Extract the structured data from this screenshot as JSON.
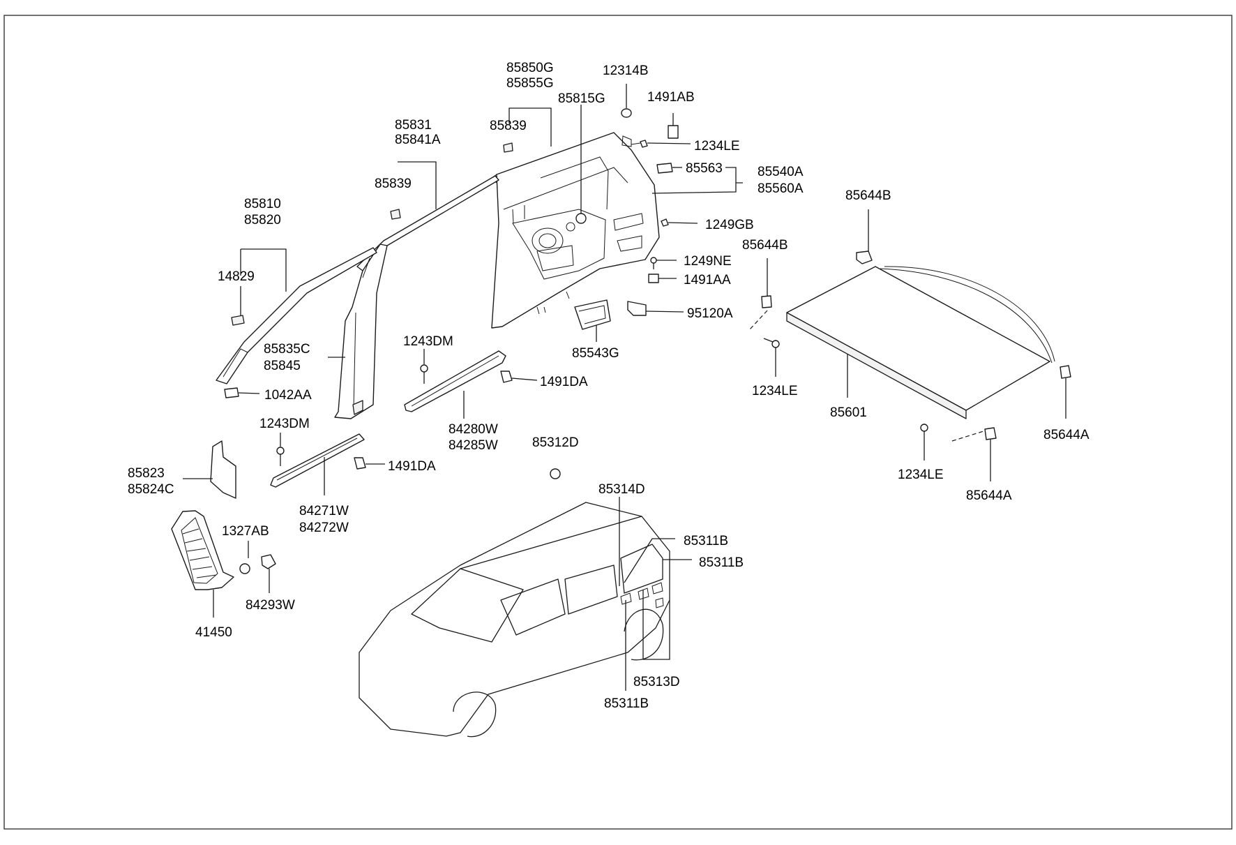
{
  "labels": {
    "l_85850G": "85850G",
    "l_85855G": "85855G",
    "l_12314B": "12314B",
    "l_85815G": "85815G",
    "l_1491AB": "1491AB",
    "l_85839_top": "85839",
    "l_1234LE_top": "1234LE",
    "l_85831": "85831",
    "l_85841A": "85841A",
    "l_85563": "85563",
    "l_85540A": "85540A",
    "l_85560A": "85560A",
    "l_85644B_right": "85644B",
    "l_85839_mid": "85839",
    "l_1249GB": "1249GB",
    "l_85810": "85810",
    "l_85820": "85820",
    "l_85644B_left": "85644B",
    "l_1249NE": "1249NE",
    "l_14829": "14829",
    "l_1491AA": "1491AA",
    "l_95120A": "95120A",
    "l_1243DM_upper": "1243DM",
    "l_85835C": "85835C",
    "l_85543G": "85543G",
    "l_85845": "85845",
    "l_1491DA_upper": "1491DA",
    "l_1234LE_mid": "1234LE",
    "l_1042AA": "1042AA",
    "l_85601": "85601",
    "l_84280W": "84280W",
    "l_1243DM_lower": "1243DM",
    "l_84285W": "84285W",
    "l_85644A_right": "85644A",
    "l_85312D": "85312D",
    "l_1491DA_lower": "1491DA",
    "l_85823": "85823",
    "l_1234LE_low": "1234LE",
    "l_85824C": "85824C",
    "l_85644A_low": "85644A",
    "l_85314D": "85314D",
    "l_84271W": "84271W",
    "l_84272W": "84272W",
    "l_1327AB": "1327AB",
    "l_85311B_a": "85311B",
    "l_85311B_b": "85311B",
    "l_84293W": "84293W",
    "l_41450": "41450",
    "l_85313D": "85313D",
    "l_85311B_c": "85311B"
  }
}
